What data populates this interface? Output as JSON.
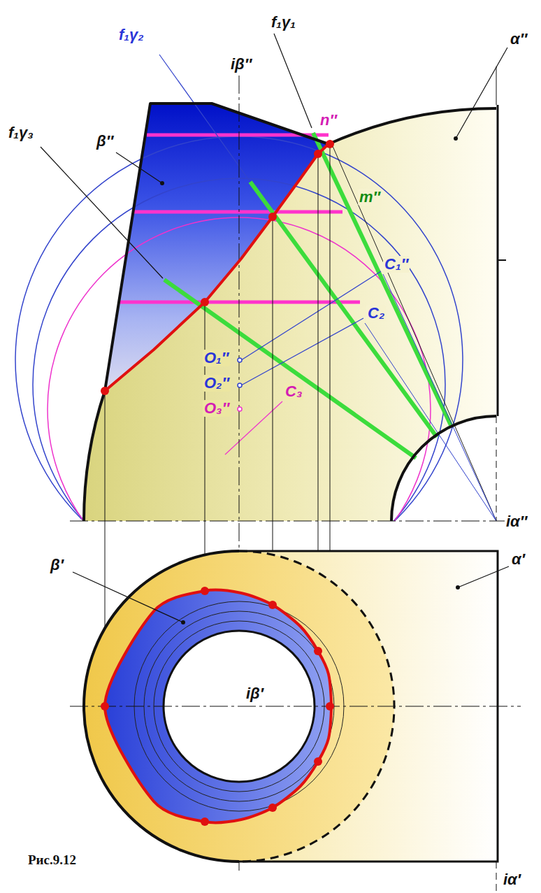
{
  "diagram": {
    "caption": "Рис.9.12",
    "labels": [
      "f₁γ₁",
      "f₁γ₂",
      "iβ″",
      "f₁γ₃",
      "β″",
      "n″",
      "α″",
      "m″",
      "C₁″",
      "C₂",
      "O₁″",
      "O₂″",
      "O₃″",
      "C₃",
      "iα″",
      "β′",
      "iβ′",
      "α′",
      "iα′"
    ]
  }
}
